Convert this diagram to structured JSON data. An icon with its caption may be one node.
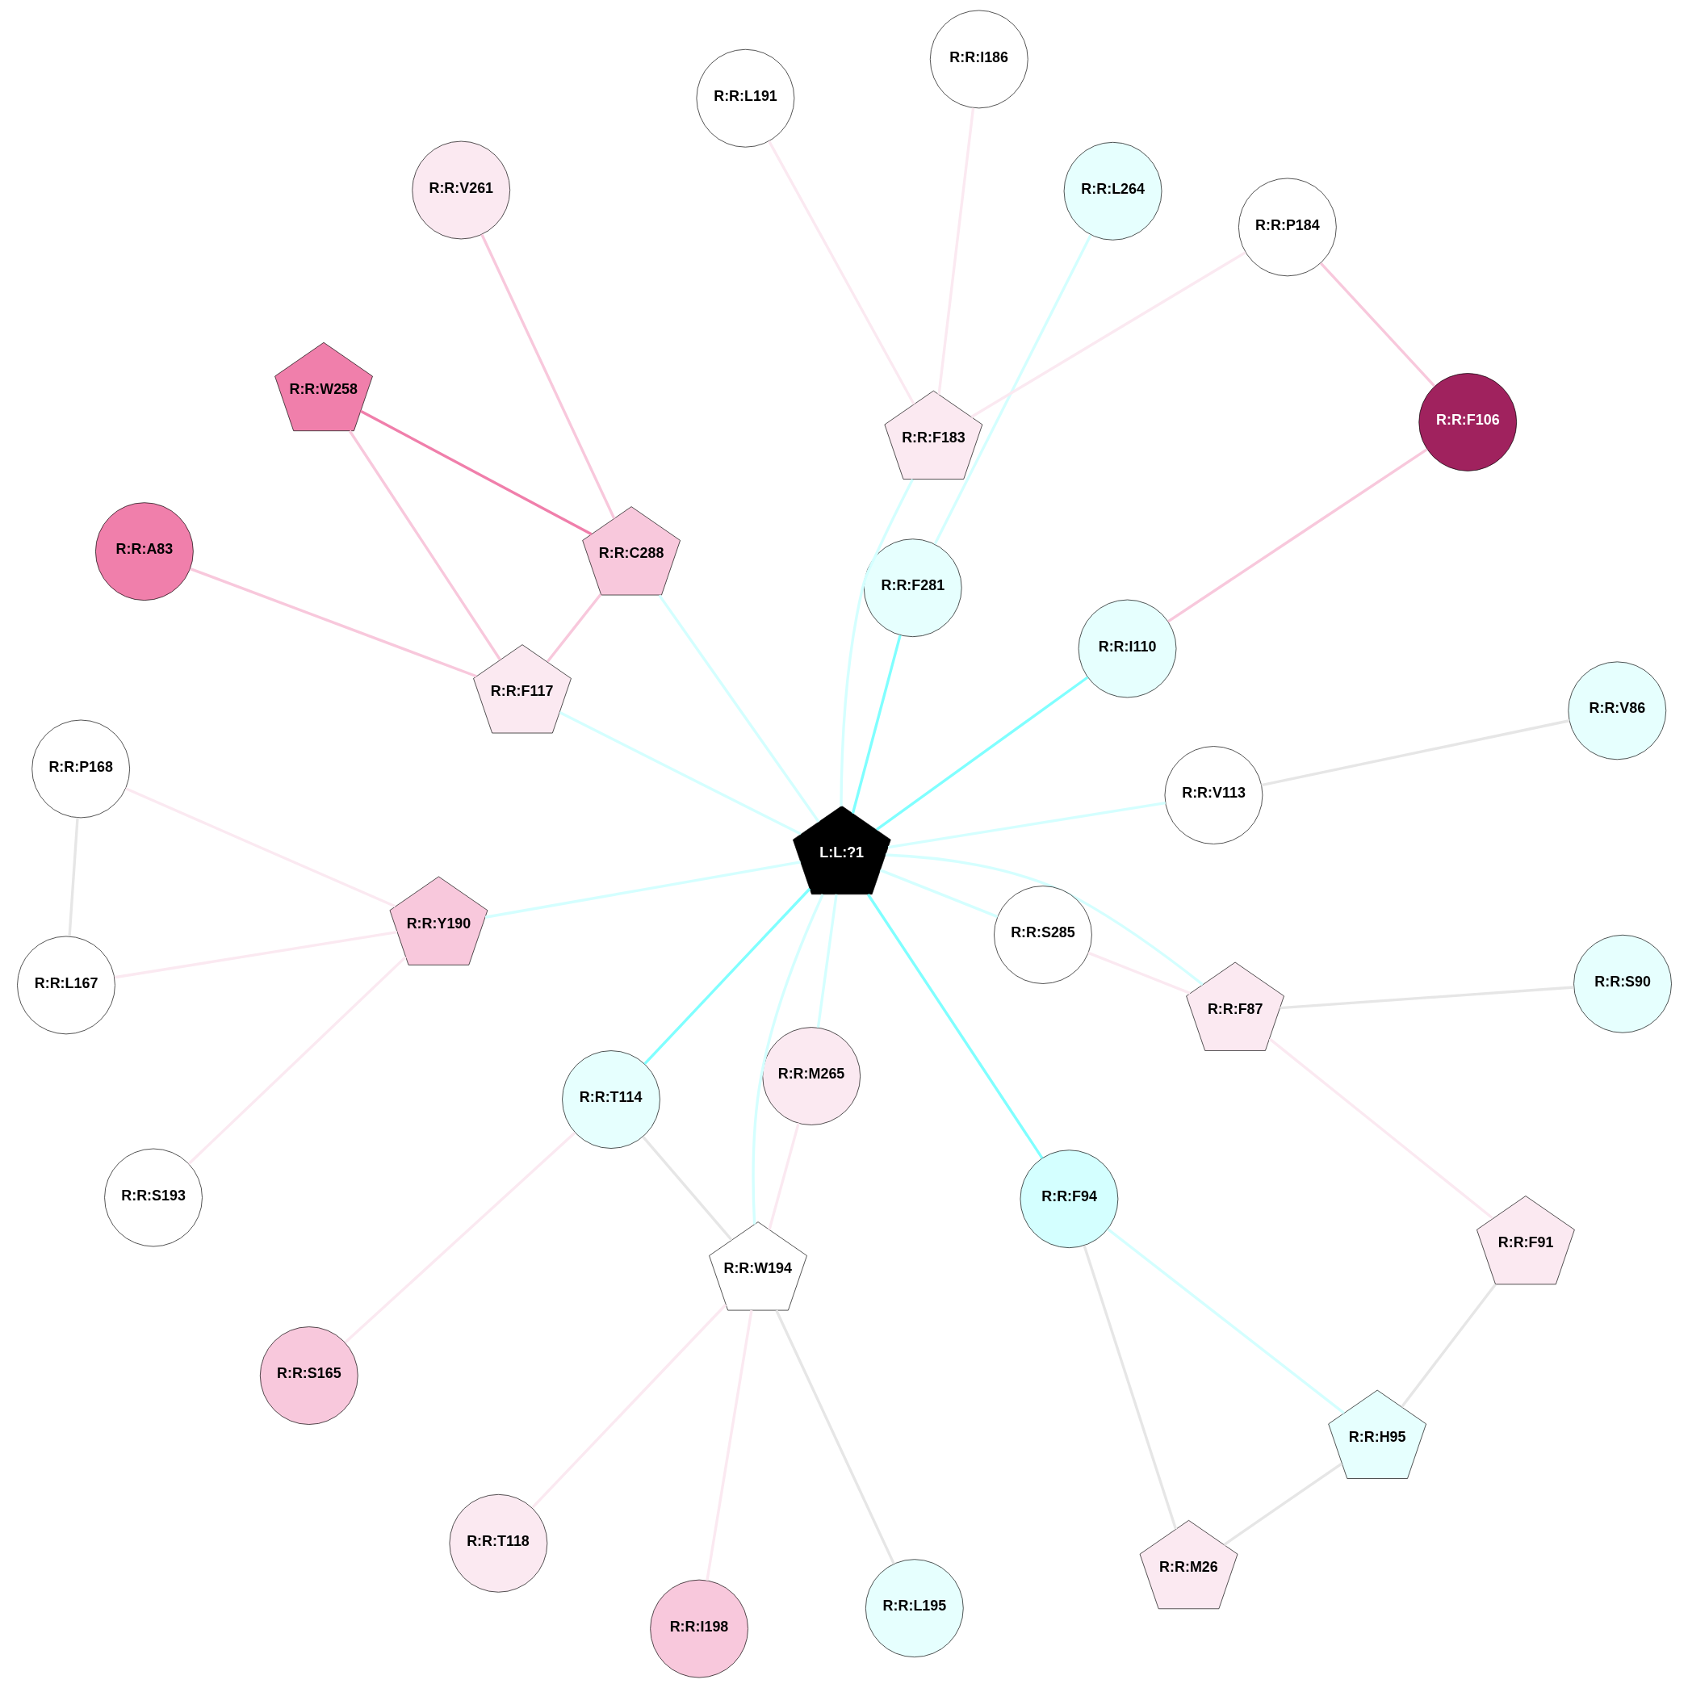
{
  "diagram": {
    "nodes": [
      {
        "text": [
          "R:R:M26"
        ]
      },
      {
        "text": [
          "R:R:L195"
        ]
      },
      {
        "text": [
          "R:R:A83"
        ]
      },
      {
        "text": [
          "R:R:L264"
        ]
      },
      {
        "text": [
          "R:R:V86"
        ]
      },
      {
        "text": [
          "R:R:V261"
        ]
      },
      {
        "text": [
          "R:R:F87"
        ]
      },
      {
        "text": [
          "R:R:S90"
        ]
      },
      {
        "text": [
          "R:R:Y190"
        ]
      },
      {
        "text": [
          "R:R:F94"
        ]
      },
      {
        "text": [
          "R:R:I198"
        ]
      },
      {
        "text": [
          "R:R:V113"
        ]
      },
      {
        "text": [
          "R:R:I110"
        ]
      },
      {
        "text": [
          "R:R:F91"
        ]
      },
      {
        "text": [
          "R:R:C288"
        ]
      },
      {
        "text": [
          "R:R:T114"
        ]
      },
      {
        "text": [
          "R:R:H95"
        ]
      },
      {
        "text": [
          "L:L:?1"
        ]
      },
      {
        "text": [
          "R:R:S193"
        ]
      },
      {
        "text": [
          "R:R:S285"
        ]
      },
      {
        "text": [
          "R:R:F117"
        ]
      },
      {
        "text": [
          "R:R:L191"
        ]
      },
      {
        "text": [
          "R:R:F106"
        ]
      },
      {
        "text": [
          "R:R:F281"
        ]
      },
      {
        "text": [
          "R:R:F183"
        ]
      },
      {
        "text": [
          "R:R:M265"
        ]
      },
      {
        "text": [
          "R:R:W194"
        ]
      },
      {
        "text": [
          "R:R:I186"
        ]
      },
      {
        "text": [
          "R:R:S165"
        ]
      },
      {
        "text": [
          "R:R:P184"
        ]
      },
      {
        "text": [
          "R:R:W258"
        ]
      },
      {
        "text": [
          "R:R:P168"
        ]
      },
      {
        "text": [
          "R:R:T118"
        ]
      },
      {
        "text": [
          "R:R:L167"
        ]
      }
    ],
    "edges": [
      {
        "from": 0,
        "to": 9,
        "arrow": "none",
        "color": "#e6e6e6"
      },
      {
        "from": 0,
        "to": 16,
        "arrow": "none",
        "color": "#e6e6e6"
      },
      {
        "from": 1,
        "to": 26,
        "arrow": "none",
        "color": "#e6e6e6"
      },
      {
        "from": 2,
        "to": 20,
        "arrow": "none",
        "color": "#f8c8dc"
      },
      {
        "from": 4,
        "to": 11,
        "arrow": "none",
        "color": "#e6e6e6"
      },
      {
        "from": 6,
        "to": 7,
        "arrow": "none",
        "color": "#e6e6e6"
      },
      {
        "from": 6,
        "to": 13,
        "arrow": "none",
        "color": "#fbe9f1"
      },
      {
        "from": 6,
        "to": 19,
        "arrow": "none",
        "color": "#fbe9f1"
      },
      {
        "from": 6,
        "to": 17,
        "arrow": "none",
        "color": "#d4ffff"
      },
      {
        "from": 3,
        "to": 23,
        "arrow": "none",
        "color": "#d4ffff"
      },
      {
        "from": 5,
        "to": 14,
        "arrow": "none",
        "color": "#f8c8dc"
      },
      {
        "from": 8,
        "to": 18,
        "arrow": "none",
        "color": "#fbe9f1"
      },
      {
        "from": 8,
        "to": 31,
        "arrow": "none",
        "color": "#fbe9f1"
      },
      {
        "from": 8,
        "to": 33,
        "arrow": "none",
        "color": "#fbe9f1"
      },
      {
        "from": 8,
        "to": 17,
        "arrow": "none",
        "color": "#d4ffff"
      },
      {
        "from": 9,
        "to": 17,
        "arrow": "none",
        "color": "#80ffff"
      },
      {
        "from": 9,
        "to": 16,
        "arrow": "none",
        "color": "#d4ffff"
      },
      {
        "from": 10,
        "to": 26,
        "arrow": "none",
        "color": "#fbe9f1"
      },
      {
        "from": 11,
        "to": 17,
        "arrow": "none",
        "color": "#d4ffff"
      },
      {
        "from": 12,
        "to": 17,
        "arrow": "none",
        "color": "#80ffff"
      },
      {
        "from": 12,
        "to": 22,
        "arrow": "none",
        "color": "#f8c8dc"
      },
      {
        "from": 13,
        "to": 16,
        "arrow": "none",
        "color": "#e6e6e6"
      },
      {
        "from": 14,
        "to": 17,
        "arrow": "none",
        "color": "#d4ffff"
      },
      {
        "from": 14,
        "to": 20,
        "arrow": "none",
        "color": "#f8c8dc"
      },
      {
        "from": 14,
        "to": 30,
        "arrow": "none",
        "color": "#f07fab"
      },
      {
        "from": 15,
        "to": 17,
        "arrow": "none",
        "color": "#80ffff"
      },
      {
        "from": 15,
        "to": 26,
        "arrow": "none",
        "color": "#e6e6e6"
      },
      {
        "from": 15,
        "to": 28,
        "arrow": "none",
        "color": "#fbe9f1"
      },
      {
        "from": 17,
        "to": 19,
        "arrow": "none",
        "color": "#d4ffff"
      },
      {
        "from": 17,
        "to": 20,
        "arrow": "none",
        "color": "#d4ffff"
      },
      {
        "from": 17,
        "to": 23,
        "arrow": "none",
        "color": "#80ffff"
      },
      {
        "from": 17,
        "to": 25,
        "arrow": "none",
        "color": "#d4ffff"
      },
      {
        "from": 17,
        "to": 24,
        "arrow": "none",
        "color": "#d4ffff"
      },
      {
        "from": 17,
        "to": 26,
        "arrow": "none",
        "color": "#d4ffff"
      },
      {
        "from": 21,
        "to": 24,
        "arrow": "none",
        "color": "#fbe9f1"
      },
      {
        "from": 22,
        "to": 29,
        "arrow": "none",
        "color": "#f8c8dc"
      },
      {
        "from": 24,
        "to": 27,
        "arrow": "none",
        "color": "#fbe9f1"
      },
      {
        "from": 24,
        "to": 29,
        "arrow": "none",
        "color": "#fbe9f1"
      },
      {
        "from": 25,
        "to": 26,
        "arrow": "none",
        "color": "#fbe9f1"
      },
      {
        "from": 26,
        "to": 32,
        "arrow": "none",
        "color": "#fbe9f1"
      },
      {
        "from": 20,
        "to": 30,
        "arrow": "none",
        "color": "#f8c8dc"
      },
      {
        "from": 31,
        "to": 33,
        "arrow": "none",
        "color": "#e6e6e6"
      }
    ]
  }
}
